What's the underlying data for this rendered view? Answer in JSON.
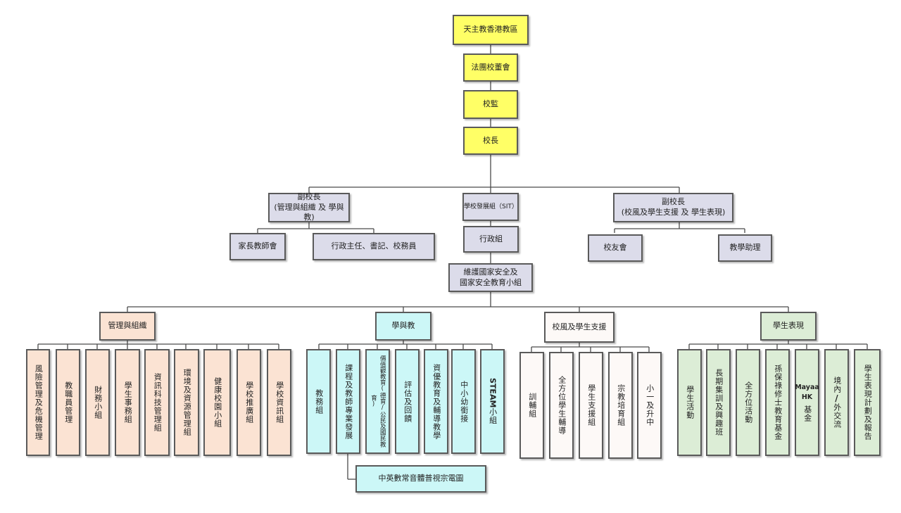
{
  "top": {
    "diocese": "天主教香港教區",
    "board": "法團校董會",
    "supervisor": "校監",
    "principal": "校長"
  },
  "leadership": {
    "vp_left_title": "副校長",
    "vp_left_scope": "(管理與組織 及 學與教)",
    "sit": "學校發展組（SIT）",
    "vp_right_title": "副校長",
    "vp_right_scope": "(校風及學生支援 及 學生表現)"
  },
  "second_tier": {
    "pta": "家長教師會",
    "admin_staff": "行政主任、書記、校務員",
    "admin_group": "行政組",
    "alumni": "校友會",
    "ta": "教學助理"
  },
  "security": {
    "line1": "維護國家安全及",
    "line2": "國家安全教育小組"
  },
  "domains": {
    "management": "管理與組織",
    "learning": "學與教",
    "ethos": "校風及學生支援",
    "performance": "學生表現"
  },
  "management_units": [
    "風險管理及危機管理",
    "教職員管理",
    "財務小組",
    "學生事務組",
    "資訊科技管理組",
    "環境及資源管理組",
    "健康校園小組",
    "學校推廣組",
    "學校資訊組"
  ],
  "learning_units": {
    "academic": "教務組",
    "curriculum": "課程及教師專業發展",
    "values": "價值觀教育(德育/公民及國民教育)",
    "assessment": "評估及回饋",
    "gifted": "資優教育及輔導教學",
    "transition": "中小幼銜接",
    "steam": "STEAM",
    "steam_suffix": "小組"
  },
  "subjects": "中英數常音體普視宗電圖",
  "ethos_units": [
    "訓輔組",
    "全方位學生輔導",
    "學生支援組",
    "宗教培育組",
    "小一及升中"
  ],
  "performance_units": {
    "activities": "學生活動",
    "training": "長期集訓及興趣班",
    "all_round": "全方位活動",
    "sun_fund": "孫保祿修士教育基金",
    "mayaa": "Mayaa",
    "mayaa_hk": "HK",
    "mayaa_fund": "基金",
    "exchange_1": "境內",
    "exchange_sep": "/",
    "exchange_2": "外交流",
    "report": "學生表現計劃及報告"
  }
}
